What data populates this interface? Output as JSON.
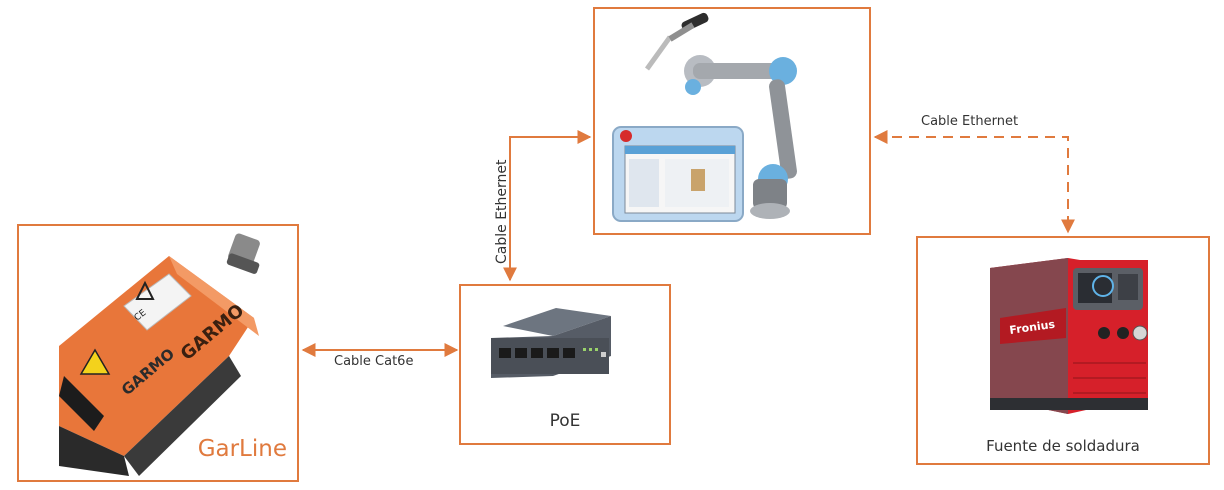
{
  "nodes": {
    "garline": {
      "label": "GarLine",
      "device_text": [
        "GARMO",
        "GARMO",
        "CE"
      ]
    },
    "poe": {
      "label": "PoE"
    },
    "robot": {
      "label": ""
    },
    "welder": {
      "label": "Fuente de soldadura",
      "brand": "Fronius"
    }
  },
  "edges": {
    "garline_poe": {
      "label": "Cable Cat6e",
      "style": "solid",
      "arrows": "both"
    },
    "poe_robot": {
      "label": "Cable  Ethernet",
      "style": "solid",
      "arrows": "both"
    },
    "robot_welder": {
      "label": "Cable  Ethernet",
      "style": "dashed",
      "arrows": "both"
    }
  },
  "colors": {
    "accent": "#e07a3e",
    "welder_red": "#d6202a",
    "sensor_orange": "#e8763a"
  }
}
